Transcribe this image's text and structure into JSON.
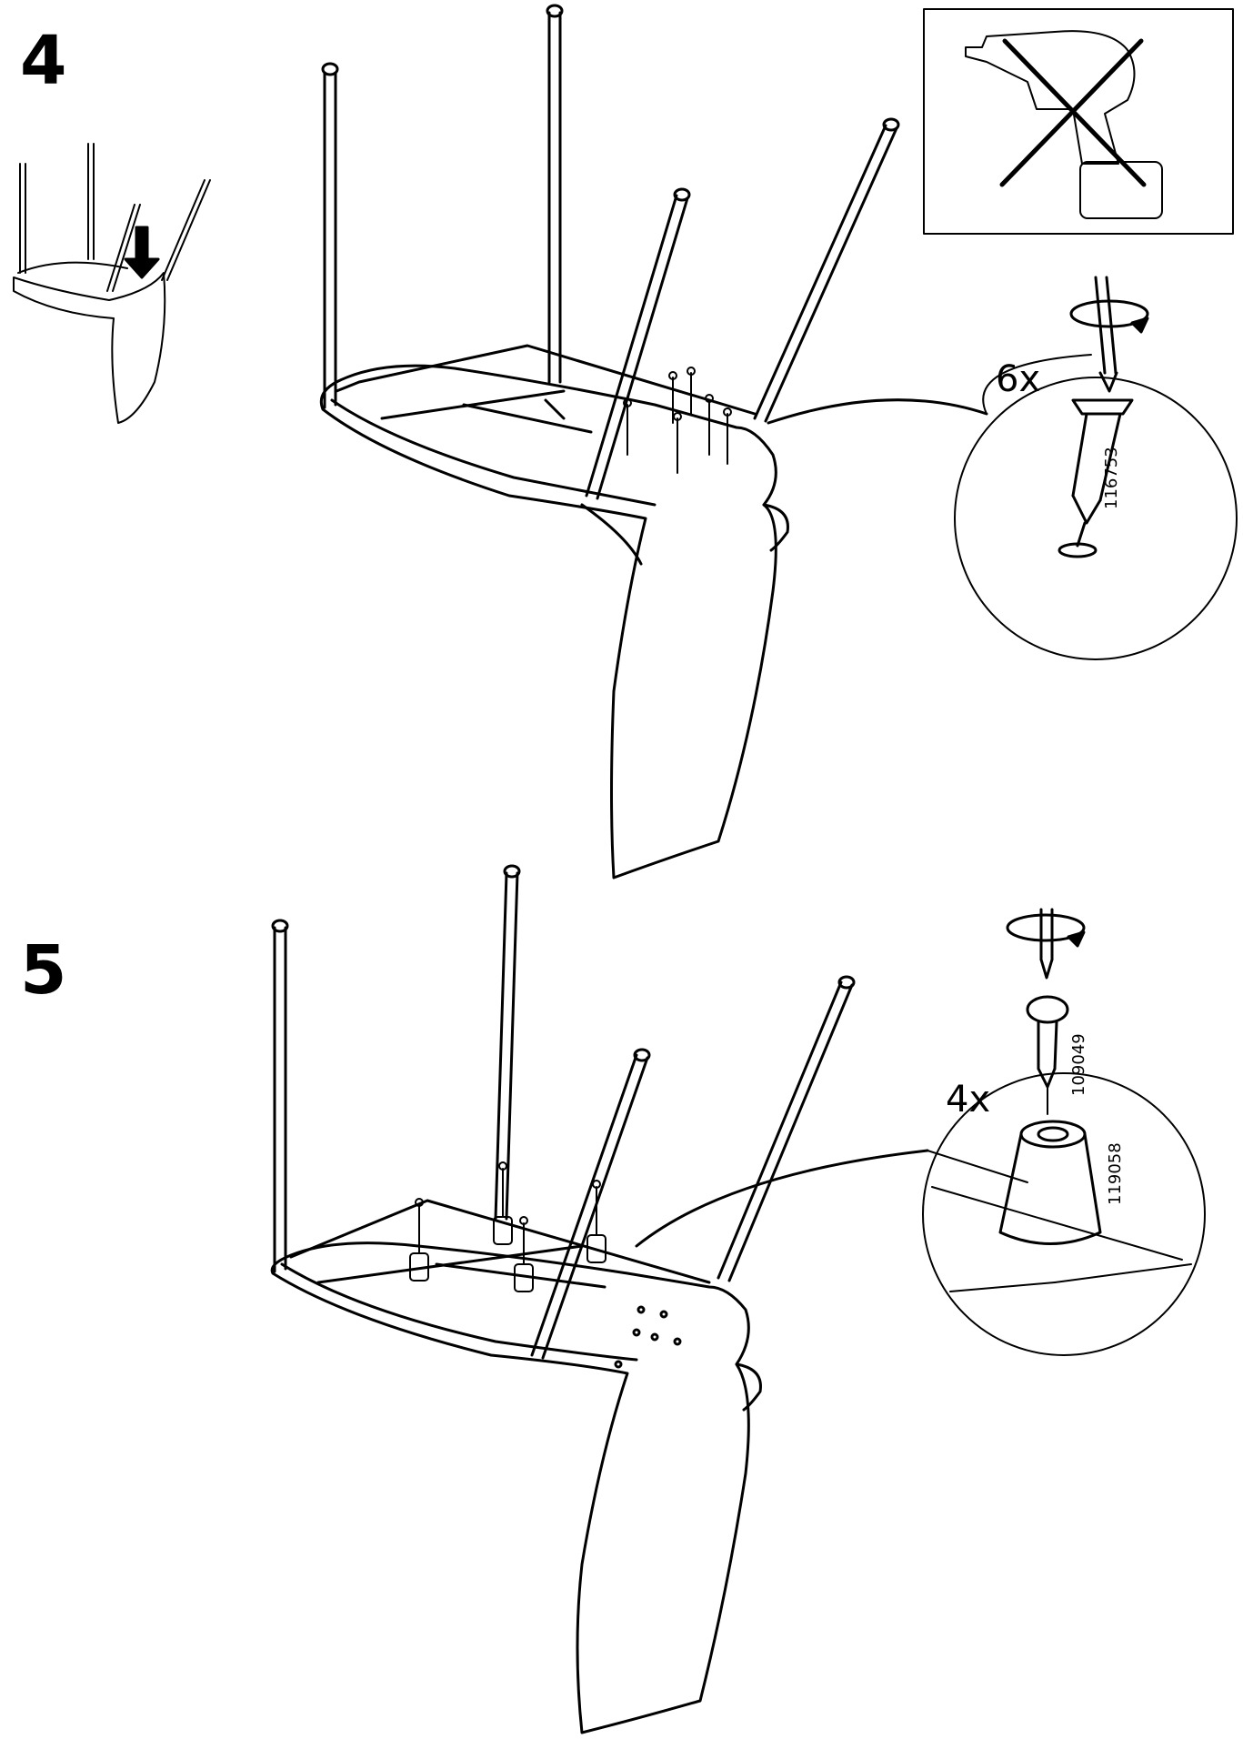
{
  "steps": [
    {
      "number": "4",
      "quantity": "6x",
      "part_code": "116753"
    },
    {
      "number": "5",
      "quantity": "4x",
      "screw_code": "109049",
      "plug_code": "119058"
    }
  ],
  "icons": {
    "warning": "no-power-drill-icon",
    "tool": "screwdriver-icon",
    "rotation": "rotate-clockwise-icon",
    "direction": "down-arrow-icon"
  },
  "colors": {
    "line": "#000000",
    "background": "#ffffff"
  }
}
